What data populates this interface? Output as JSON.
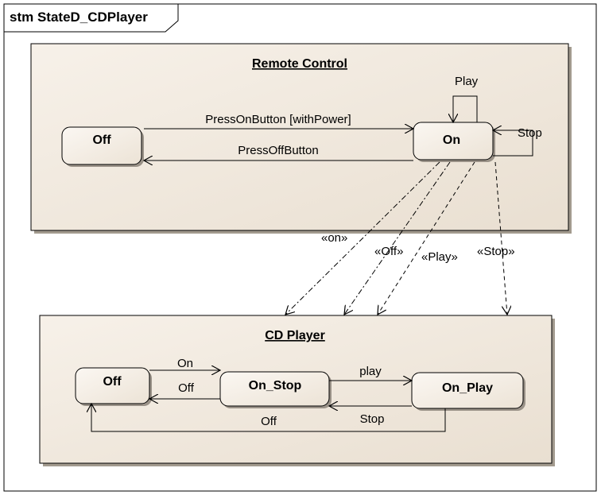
{
  "frame": {
    "title": "stm StateD_CDPlayer"
  },
  "remote_control": {
    "title": "Remote Control",
    "states": {
      "off": "Off",
      "on": "On"
    },
    "transitions": {
      "press_on": "PressOnButton [withPower]",
      "press_off": "PressOffButton",
      "play": "Play",
      "stop": "Stop"
    }
  },
  "dependencies": {
    "on": "«on»",
    "off": "«Off»",
    "play": "«Play»",
    "stop": "«Stop»"
  },
  "cd_player": {
    "title": "CD Player",
    "states": {
      "off": "Off",
      "on_stop": "On_Stop",
      "on_play": "On_Play"
    },
    "transitions": {
      "on": "On",
      "off_from_stop": "Off",
      "play": "play",
      "stop": "Stop",
      "off_from_play": "Off"
    }
  }
}
